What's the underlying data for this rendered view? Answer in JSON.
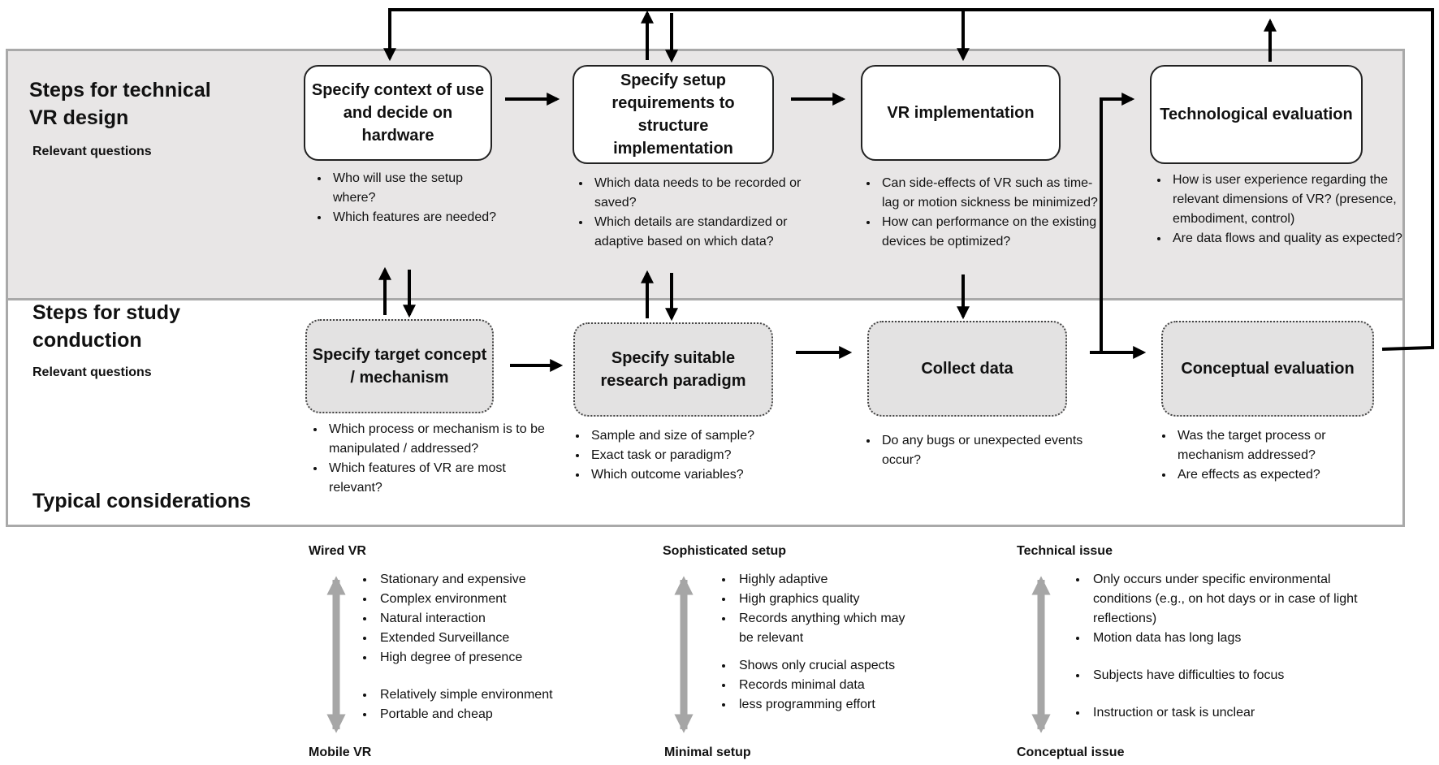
{
  "rows": {
    "design": {
      "title": "Steps for technical VR design",
      "relevant": "Relevant questions"
    },
    "study": {
      "title": "Steps for study conduction",
      "relevant": "Relevant questions"
    },
    "considerations": {
      "title": "Typical considerations"
    }
  },
  "design_steps": [
    {
      "label": "Specify context of use and decide on hardware",
      "questions": [
        "Who will use the setup where?",
        "Which features are needed?"
      ]
    },
    {
      "label": "Specify setup requirements to structure implementation",
      "questions": [
        "Which data needs to be recorded or saved?",
        "Which details are standardized or adaptive based on which data?"
      ]
    },
    {
      "label": "VR implementation",
      "questions": [
        "Can side-effects of VR such as time-lag or motion sickness be minimized?",
        "How can performance on the existing devices be optimized?"
      ]
    },
    {
      "label": "Technological evaluation",
      "questions": [
        "How is user experience regarding the relevant dimensions of VR? (presence, embodiment, control)",
        "Are data flows and quality as expected?"
      ]
    }
  ],
  "study_steps": [
    {
      "label": "Specify target concept / mechanism",
      "questions": [
        "Which process or mechanism is to be manipulated / addressed?",
        "Which features of VR are most relevant?"
      ]
    },
    {
      "label": "Specify suitable research paradigm",
      "questions": [
        "Sample and size of sample?",
        "Exact task or paradigm?",
        "Which outcome variables?"
      ]
    },
    {
      "label": "Collect data",
      "questions": [
        "Do any bugs or unexpected events occur?"
      ]
    },
    {
      "label": "Conceptual evaluation",
      "questions": [
        "Was the target process or mechanism addressed?",
        "Are effects as expected?"
      ]
    }
  ],
  "considerations": [
    {
      "top": "Wired VR",
      "bottom": "Mobile VR",
      "items": [
        "Stationary and expensive",
        "Complex environment",
        "Natural interaction",
        "Extended Surveillance",
        "High degree of presence",
        "Relatively simple environment",
        "Portable and cheap"
      ]
    },
    {
      "top": "Sophisticated setup",
      "bottom": "Minimal setup",
      "items": [
        "Highly adaptive",
        "High graphics quality",
        "Records anything which may be relevant",
        "Shows only crucial aspects",
        "Records minimal data",
        "less programming effort"
      ]
    },
    {
      "top": "Technical issue",
      "bottom": "Conceptual issue",
      "items": [
        "Only occurs under specific environmental conditions (e.g., on hot days or in case of light reflections)",
        "Motion data has long lags",
        "Subjects have difficulties to focus",
        "Instruction or task is unclear"
      ]
    }
  ],
  "colors": {
    "band_border": "#a9a9a9",
    "design_band": "#e8e6e6",
    "study_box": "#e3e2e2",
    "axis_arrow": "#a6a6a6",
    "flow_arrow": "#000000"
  }
}
